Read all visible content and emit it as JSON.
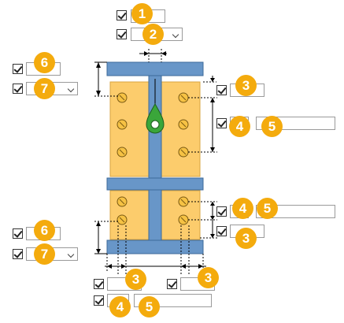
{
  "colors": {
    "badge": "#f4ab0d",
    "steel": "#6896c8",
    "plate": "#fccc6c",
    "bolt": "#e8a82a",
    "arrow": "#2f9a2f"
  },
  "diagram": {
    "items": [
      {
        "id": "top-1",
        "badge": "1",
        "value": "",
        "kind": "input"
      },
      {
        "id": "top-2",
        "badge": "2",
        "value": "",
        "kind": "select"
      },
      {
        "id": "left-upper-6",
        "badge": "6",
        "value": "",
        "kind": "input"
      },
      {
        "id": "left-upper-7",
        "badge": "7",
        "value": "",
        "kind": "select"
      },
      {
        "id": "right-upper-3",
        "badge": "3",
        "value": "",
        "kind": "input"
      },
      {
        "id": "right-upper-4",
        "badge": "4",
        "value": "",
        "kind": "input"
      },
      {
        "id": "right-upper-5",
        "badge": "5",
        "value": "",
        "kind": "input"
      },
      {
        "id": "right-lower-4",
        "badge": "4",
        "value": "",
        "kind": "input"
      },
      {
        "id": "right-lower-5",
        "badge": "5",
        "value": "",
        "kind": "input"
      },
      {
        "id": "right-lower-3",
        "badge": "3",
        "value": "",
        "kind": "input"
      },
      {
        "id": "left-lower-6",
        "badge": "6",
        "value": "",
        "kind": "input"
      },
      {
        "id": "left-lower-7",
        "badge": "7",
        "value": "",
        "kind": "select"
      },
      {
        "id": "bottom-3a",
        "badge": "3",
        "value": "",
        "kind": "input"
      },
      {
        "id": "bottom-3b",
        "badge": "3",
        "value": "",
        "kind": "input"
      },
      {
        "id": "bottom-4",
        "badge": "4",
        "value": "",
        "kind": "input"
      },
      {
        "id": "bottom-5",
        "badge": "5",
        "value": "",
        "kind": "input"
      }
    ]
  }
}
